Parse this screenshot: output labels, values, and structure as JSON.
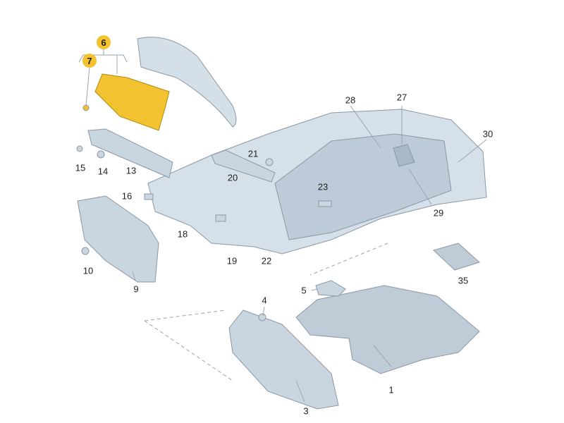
{
  "diagram": {
    "highlight_color": "#f2c230",
    "part_color": "#c9d6e0",
    "callouts": {
      "c1": "1",
      "c3": "3",
      "c4": "4",
      "c5": "5",
      "c6": "6",
      "c7": "7",
      "c9": "9",
      "c10": "10",
      "c13": "13",
      "c14": "14",
      "c15": "15",
      "c16": "16",
      "c18": "18",
      "c19": "19",
      "c20": "20",
      "c21": "21",
      "c22": "22",
      "c23": "23",
      "c27": "27",
      "c28": "28",
      "c29": "29",
      "c30": "30",
      "c35": "35"
    }
  }
}
